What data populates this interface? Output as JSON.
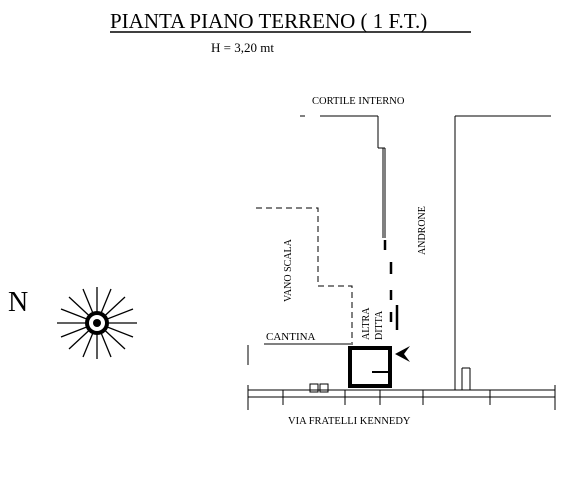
{
  "plan": {
    "title": "PIANTA PIANO TERRENO ( 1 F.T.)",
    "height_note": "H  =  3,20 mt",
    "labels": {
      "courtyard": "CORTILE INTERNO",
      "passage": "ANDRONE",
      "stairwell": "VANO SCALA",
      "cellar": "CANTINA",
      "other_company_1": "ALTRA",
      "other_company_2": "DITTA",
      "street": "VIA FRATELLI KENNEDY"
    },
    "north_label": "N"
  }
}
